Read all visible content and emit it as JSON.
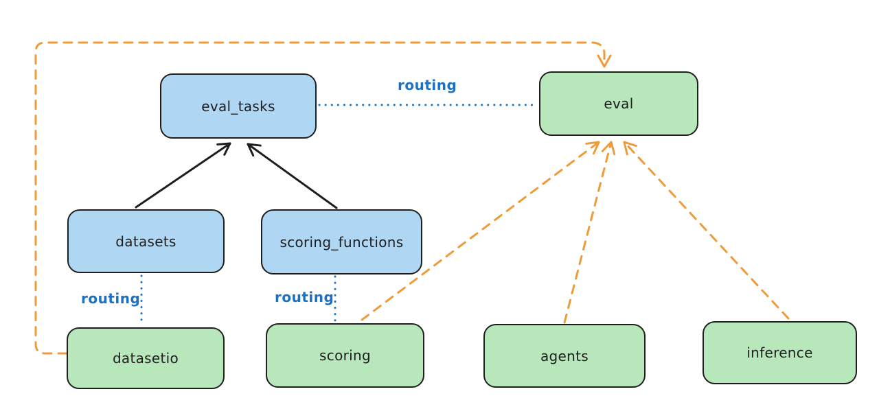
{
  "diagram": {
    "nodes": {
      "eval_tasks": {
        "label": "eval_tasks",
        "fill": "#afd7f4"
      },
      "eval": {
        "label": "eval",
        "fill": "#b7e7bb"
      },
      "datasets": {
        "label": "datasets",
        "fill": "#afd7f4"
      },
      "scoring_functions": {
        "label": "scoring_functions",
        "fill": "#afd7f4"
      },
      "datasetio": {
        "label": "datasetio",
        "fill": "#b7e7bb"
      },
      "scoring": {
        "label": "scoring",
        "fill": "#b7e7bb"
      },
      "agents": {
        "label": "agents",
        "fill": "#b7e7bb"
      },
      "inference": {
        "label": "inference",
        "fill": "#b7e7bb"
      }
    },
    "edge_labels": {
      "eval_tasks_eval": "routing",
      "datasets_datasetio": "routing",
      "scoring_functions_scoring": "routing"
    },
    "edges": [
      {
        "from": "datasets",
        "to": "eval_tasks",
        "style": "solid",
        "color": "#1e1e1e",
        "arrow": true
      },
      {
        "from": "scoring_functions",
        "to": "eval_tasks",
        "style": "solid",
        "color": "#1e1e1e",
        "arrow": true
      },
      {
        "from": "eval_tasks",
        "to": "eval",
        "style": "dotted",
        "color": "#1c71c4",
        "arrow": false,
        "label": "routing"
      },
      {
        "from": "datasets",
        "to": "datasetio",
        "style": "dotted",
        "color": "#1c71c4",
        "arrow": false,
        "label": "routing"
      },
      {
        "from": "scoring_functions",
        "to": "scoring",
        "style": "dotted",
        "color": "#1c71c4",
        "arrow": false,
        "label": "routing"
      },
      {
        "from": "datasetio",
        "to": "eval",
        "style": "dashed",
        "color": "#ed9b3b",
        "arrow": true
      },
      {
        "from": "scoring",
        "to": "eval",
        "style": "dashed",
        "color": "#ed9b3b",
        "arrow": true
      },
      {
        "from": "agents",
        "to": "eval",
        "style": "dashed",
        "color": "#ed9b3b",
        "arrow": true
      },
      {
        "from": "inference",
        "to": "eval",
        "style": "dashed",
        "color": "#ed9b3b",
        "arrow": true
      }
    ],
    "colors": {
      "background": "#ffffff",
      "node_border": "#1e1e1e",
      "node_text": "#1e1e1e",
      "api_fill_blue": "#afd7f4",
      "provider_fill_green": "#b7e7bb",
      "routing_blue": "#1c71c4",
      "arrow_orange": "#ed9b3b",
      "arrow_black": "#1e1e1e"
    }
  }
}
